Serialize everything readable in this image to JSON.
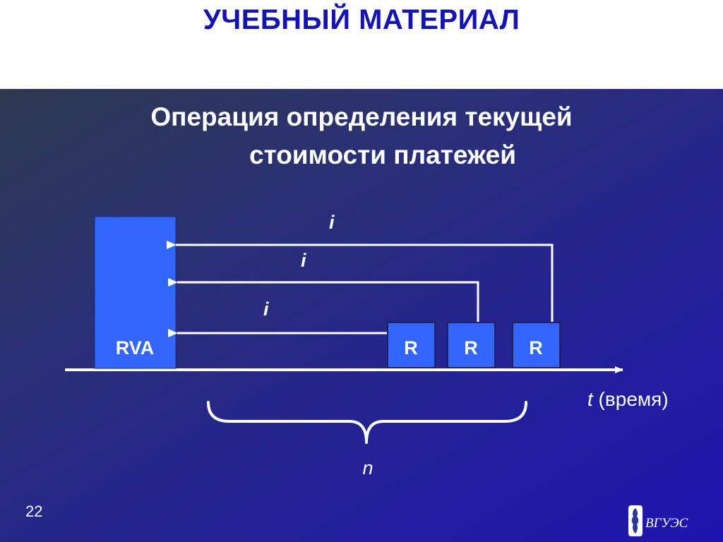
{
  "header": {
    "title": "УЧЕБНЫЙ МАТЕРИАЛ"
  },
  "slide": {
    "subtitle_line1": "Операция определения текущей",
    "subtitle_line2": "стоимости платежей",
    "page_number": "22"
  },
  "diagram": {
    "present_value_label": "RVA",
    "payment_labels": [
      "R",
      "R",
      "R"
    ],
    "rate_labels": [
      "i",
      "i",
      "i"
    ],
    "period_count_label": "n",
    "axis_label_var": "t",
    "axis_label_text": " (время)"
  },
  "logo": {
    "text": "ВГУЭС"
  },
  "colors": {
    "title_blue": "#1414b4",
    "block_blue": "#3366ff",
    "background_dark": "#2d3a50",
    "background_deep": "#1e14b0",
    "line_white": "#ffffff"
  }
}
